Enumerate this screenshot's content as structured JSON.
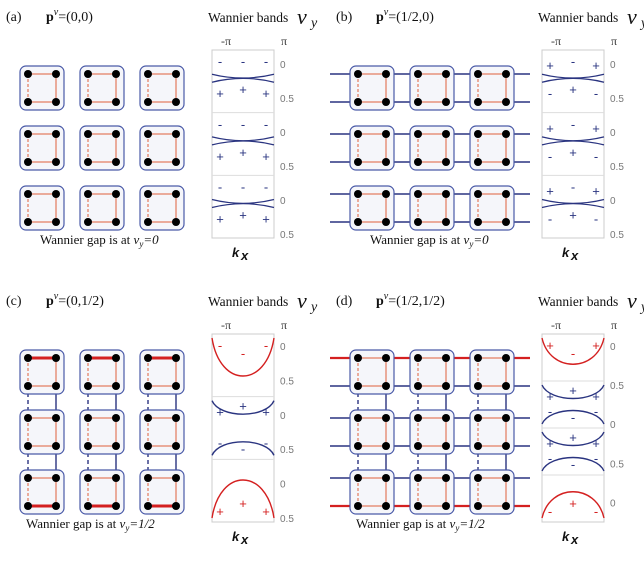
{
  "panels": [
    {
      "letter": "(a)",
      "p_label": "=(0,0)",
      "wannier_title": "Wannier bands",
      "nu_symbol": "ν",
      "nu_sub": "y",
      "pi_neg": "-π",
      "pi_pos": "π",
      "gap_text": "Wannier gap is at ",
      "gap_value": "=0",
      "kx": "k",
      "kx_sub": "x",
      "ticks": [
        "0",
        "0.5",
        "0",
        "0.5",
        "0",
        "0.5"
      ],
      "mode": "a"
    },
    {
      "letter": "(b)",
      "p_label": "=(1/2,0)",
      "wannier_title": "Wannier bands",
      "nu_symbol": "ν",
      "nu_sub": "y",
      "pi_neg": "-π",
      "pi_pos": "π",
      "gap_text": "Wannier gap is at ",
      "gap_value": "=0",
      "kx": "k",
      "kx_sub": "x",
      "ticks": [
        "0",
        "0.5",
        "0",
        "0.5",
        "0",
        "0.5"
      ],
      "mode": "b"
    },
    {
      "letter": "(c)",
      "p_label": "=(0,1/2)",
      "wannier_title": "Wannier bands",
      "nu_symbol": "ν",
      "nu_sub": "y",
      "pi_neg": "-π",
      "pi_pos": "π",
      "gap_text": "Wannier gap is at ",
      "gap_value": "=1/2",
      "kx": "k",
      "kx_sub": "x",
      "ticks": [
        "0",
        "0.5",
        "0",
        "0.5",
        "0",
        "0.5"
      ],
      "mode": "c"
    },
    {
      "letter": "(d)",
      "p_label": "=(1/2,1/2)",
      "wannier_title": "Wannier bands",
      "nu_symbol": "ν",
      "nu_sub": "y",
      "pi_neg": "-π",
      "pi_pos": "π",
      "gap_text": "Wannier gap is at ",
      "gap_value": "=1/2",
      "kx": "k",
      "kx_sub": "x",
      "ticks": [
        "0",
        "0.5",
        "0",
        "0.5",
        "0"
      ],
      "mode": "d"
    }
  ],
  "colors": {
    "cell_border": "#4a5aa8",
    "cell_fill": "#f5f6fa",
    "inter_bond": "#2a3480",
    "intra_bond": "#e0603c",
    "edge_band": "#d42020",
    "band": "#2a3480",
    "dot": "#000000"
  }
}
